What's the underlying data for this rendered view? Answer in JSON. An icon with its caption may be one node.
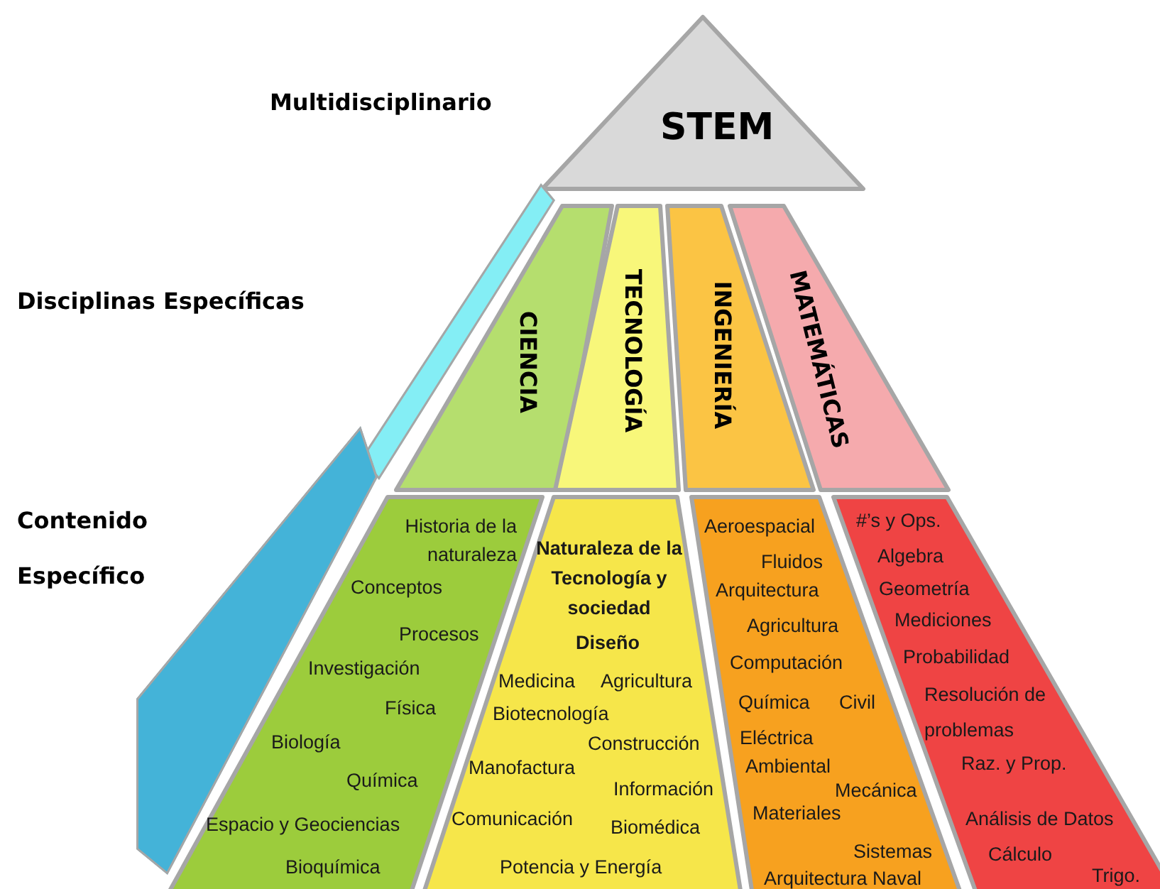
{
  "diagram": {
    "nodes": [
      {
        "text": [
          "STEM"
        ]
      },
      {
        "text": [],
        "shape": "parallelogram"
      },
      {
        "text": [
          "CIENCIA"
        ]
      },
      {
        "text": [
          "TECNOLOGÍA"
        ]
      },
      {
        "text": [
          "INGENIERÍA"
        ]
      },
      {
        "text": [
          "MATEMÁTICAS"
        ]
      },
      {
        "text": [],
        "shape": "parallelogram"
      },
      {
        "text": [
          "Historia de la naturaleza",
          "Conceptos",
          "Procesos",
          "Investigación",
          "Física",
          "Biología",
          "Química",
          "Espacio y Geociencias",
          "Bioquímica"
        ]
      },
      {
        "text": [
          "Naturaleza de la Tecnología y sociedad",
          "Diseño",
          "Medicina",
          "Agricultura",
          "Biotecnología",
          "Construcción",
          "Manofactura",
          "Información",
          "Comunicación",
          "Biomédica",
          "Potencia y Energía"
        ]
      },
      {
        "text": [
          "Aeroespacial",
          "Fluidos",
          "Arquitectura",
          "Agricultura",
          "Computación",
          "Química",
          "Civil",
          "Eléctrica",
          "Ambiental",
          "Mecánica",
          "Materiales",
          "Sistemas",
          "Arquitectura Naval"
        ]
      },
      {
        "text": [
          "#’s y Ops.",
          "Algebra",
          "Geometría",
          "Mediciones",
          "Probabilidad",
          "Resolución de problemas",
          "Raz. y Prop.",
          "Análisis de Datos",
          "Cálculo",
          "Trigo."
        ]
      }
    ],
    "labels": [
      "Multidisciplinario",
      "Disciplinas Específicas",
      "Contenido Específico"
    ]
  }
}
